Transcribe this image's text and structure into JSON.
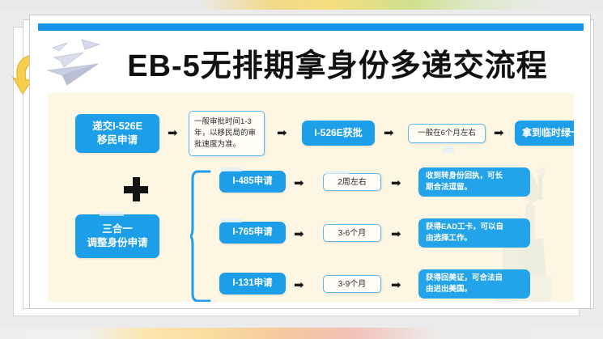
{
  "slide": {
    "title": "EB-5无排期拿身份多递交流程",
    "accent_blue": "#0f93e8",
    "node_blue": "#1c9fe8",
    "panel_cream": "#fdf6e3",
    "arrow_glyph": "➡",
    "decorations": {
      "paper_planes": "paper-plane-icon",
      "curl_arrow": "curved-arrow-icon",
      "watermark": "statue-of-liberty-icon",
      "plus": "plus-sign-icon",
      "brace": "curly-brace-icon"
    }
  },
  "row1": {
    "submit": "递交I-526E\n移民申请",
    "submit_line1": "递交I-526E",
    "submit_line2": "移民申请",
    "note1_line1": "一般审批时间1-3",
    "note1_line2": "年，以移民局的审",
    "note1_line3": "批速度为准。",
    "approval": "I-526E获批",
    "note2": "一般在6个月左右",
    "green_card": "拿到临时绿卡"
  },
  "triple": {
    "line1": "三合一",
    "line2": "调整身份申请"
  },
  "branches": [
    {
      "application": "I-485申请",
      "duration": "2周左右",
      "result_line1": "收到转身份回执，可长",
      "result_line2": "期合法逗留。"
    },
    {
      "application": "I-765申请",
      "duration": "3-6个月",
      "result_line1": "获得EAD工卡，可以自",
      "result_line2": "由选择工作。"
    },
    {
      "application": "I-131申请",
      "duration": "3-9个月",
      "result_line1": "获得回美证，可合法自",
      "result_line2": "由进出美国。"
    }
  ]
}
